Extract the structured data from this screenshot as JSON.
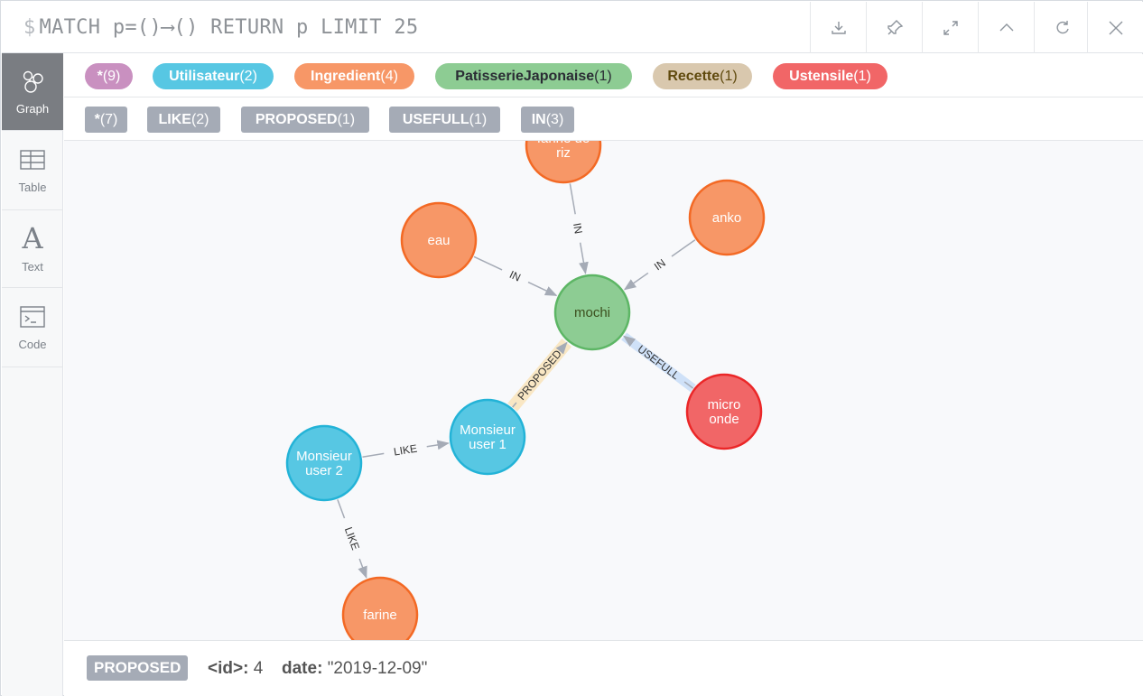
{
  "editor": {
    "prompt": "$",
    "query": "MATCH p=()⟶() RETURN p LIMIT 25",
    "buttons": [
      "download-icon",
      "pin-icon",
      "expand-icon",
      "collapse-icon",
      "refresh-icon",
      "close-icon"
    ]
  },
  "sidenav": [
    {
      "label": "Graph",
      "icon": "graph-icon",
      "active": true
    },
    {
      "label": "Table",
      "icon": "table-icon",
      "active": false
    },
    {
      "label": "Text",
      "icon": "text-icon",
      "active": false
    },
    {
      "label": "Code",
      "icon": "code-icon",
      "active": false
    }
  ],
  "node_labels": [
    {
      "name": "*",
      "count": "(9)",
      "color": "#c990c0",
      "text_color": "#ffffff"
    },
    {
      "name": "Utilisateur",
      "count": "(2)",
      "color": "#57c7e3",
      "text_color": "#ffffff"
    },
    {
      "name": "Ingredient",
      "count": "(4)",
      "color": "#f79767",
      "text_color": "#ffffff"
    },
    {
      "name": "PatisserieJaponaise",
      "count": "(1)",
      "color": "#8dcc93",
      "text_color": "#2a2c34"
    },
    {
      "name": "Recette",
      "count": "(1)",
      "color": "#d9c8ae",
      "text_color": "#604a0e"
    },
    {
      "name": "Ustensile",
      "count": "(1)",
      "color": "#f16667",
      "text_color": "#ffffff"
    }
  ],
  "rel_types": [
    {
      "name": "*",
      "count": "(7)"
    },
    {
      "name": "LIKE",
      "count": "(2)"
    },
    {
      "name": "PROPOSED",
      "count": "(1)"
    },
    {
      "name": "USEFULL",
      "count": "(1)"
    },
    {
      "name": "IN",
      "count": "(3)"
    }
  ],
  "graph": {
    "nodes": [
      {
        "id": "farine-de-riz",
        "lines": [
          "farine de",
          "riz"
        ],
        "fill": "#f79767",
        "stroke": "#f36924",
        "dark": false
      },
      {
        "id": "eau",
        "lines": [
          "eau"
        ],
        "fill": "#f79767",
        "stroke": "#f36924",
        "dark": false
      },
      {
        "id": "anko",
        "lines": [
          "anko"
        ],
        "fill": "#f79767",
        "stroke": "#f36924",
        "dark": false
      },
      {
        "id": "mochi",
        "lines": [
          "mochi"
        ],
        "fill": "#8dcc93",
        "stroke": "#5db665",
        "dark": true
      },
      {
        "id": "micro-onde",
        "lines": [
          "micro",
          "onde"
        ],
        "fill": "#f16667",
        "stroke": "#eb2728",
        "dark": false
      },
      {
        "id": "monsieur-user-1",
        "lines": [
          "Monsieur",
          "user 1"
        ],
        "fill": "#57c7e3",
        "stroke": "#23b3d7",
        "dark": false
      },
      {
        "id": "monsieur-user-2",
        "lines": [
          "Monsieur",
          "user 2"
        ],
        "fill": "#57c7e3",
        "stroke": "#23b3d7",
        "dark": false
      },
      {
        "id": "farine",
        "lines": [
          "farine"
        ],
        "fill": "#f79767",
        "stroke": "#f36924",
        "dark": false
      }
    ],
    "relationships": [
      {
        "type": "IN",
        "from": "farine-de-riz",
        "to": "mochi"
      },
      {
        "type": "IN",
        "from": "eau",
        "to": "mochi"
      },
      {
        "type": "IN",
        "from": "anko",
        "to": "mochi"
      },
      {
        "type": "USEFULL",
        "from": "micro-onde",
        "to": "mochi",
        "highlight": "#cfe1f8"
      },
      {
        "type": "PROPOSED",
        "from": "monsieur-user-1",
        "to": "mochi",
        "highlight": "#f9e7c4",
        "selected": true
      },
      {
        "type": "LIKE",
        "from": "monsieur-user-2",
        "to": "monsieur-user-1"
      },
      {
        "type": "LIKE",
        "from": "monsieur-user-2",
        "to": "farine"
      }
    ]
  },
  "inspector": {
    "type": "PROPOSED",
    "props": [
      {
        "key": "<id>:",
        "value": "4"
      },
      {
        "key": "date:",
        "value": "\"2019-12-09\""
      }
    ]
  }
}
